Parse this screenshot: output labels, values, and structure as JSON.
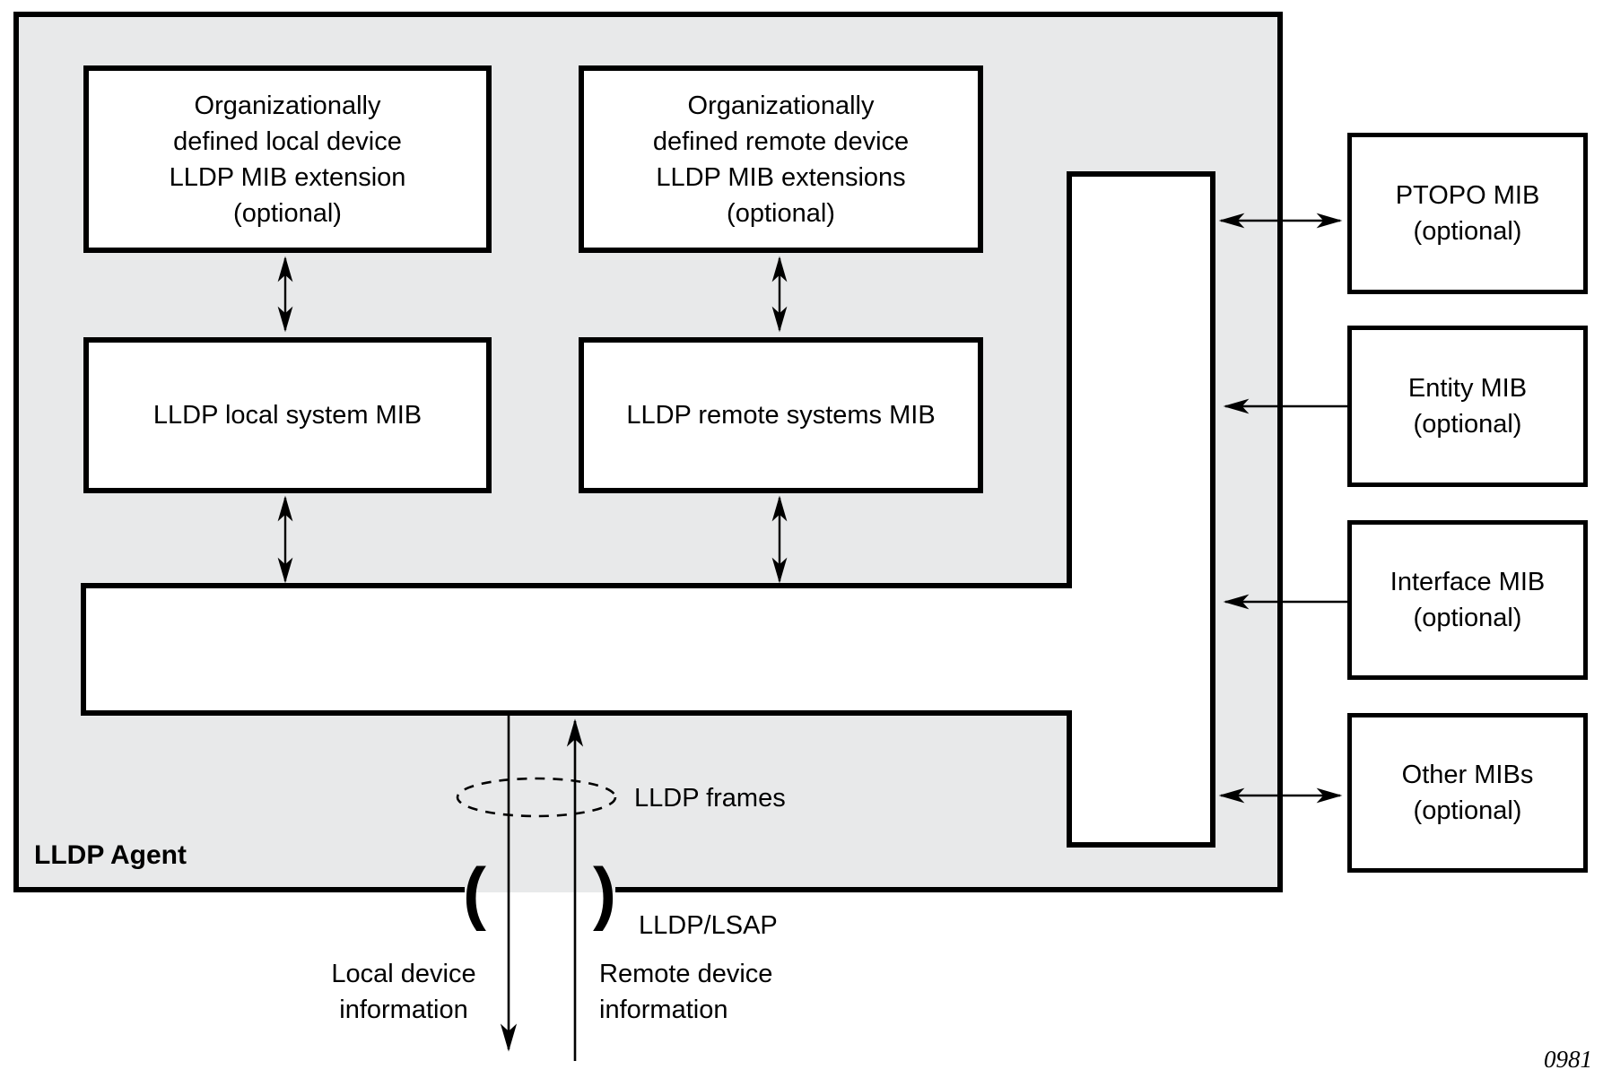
{
  "colors": {
    "agent_fill": "#e8e9ea",
    "box_fill": "#ffffff",
    "line": "#000000"
  },
  "agent": {
    "label": "LLDP Agent"
  },
  "boxes": {
    "org_local": {
      "lines": [
        "Organizationally",
        "defined local device",
        "LLDP MIB extension",
        "(optional)"
      ]
    },
    "org_remote": {
      "lines": [
        "Organizationally",
        "defined remote device",
        "LLDP MIB extensions",
        "(optional)"
      ]
    },
    "local_system": {
      "label": "LLDP local system MIB"
    },
    "remote_systems": {
      "label": "LLDP remote systems MIB"
    }
  },
  "external_mibs": [
    {
      "lines": [
        "PTOPO MIB",
        "(optional)"
      ],
      "arrow": "double"
    },
    {
      "lines": [
        "Entity MIB",
        "(optional)"
      ],
      "arrow": "single-left"
    },
    {
      "lines": [
        "Interface MIB",
        "(optional)"
      ],
      "arrow": "single-left"
    },
    {
      "lines": [
        "Other MIBs",
        "(optional)"
      ],
      "arrow": "double"
    }
  ],
  "annotations": {
    "lldp_frames": "LLDP frames",
    "lldp_lsap": "LLDP/LSAP",
    "local_info": {
      "lines": [
        "Local device",
        "information"
      ]
    },
    "remote_info": {
      "lines": [
        "Remote device",
        "information"
      ]
    },
    "paren_open": "(",
    "paren_close": ")",
    "figure_number": "0981"
  }
}
